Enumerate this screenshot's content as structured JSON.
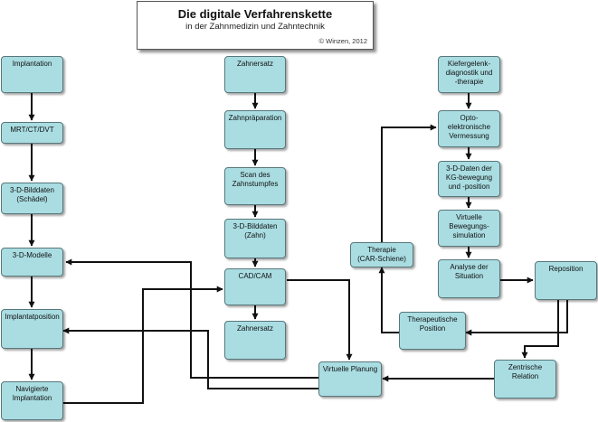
{
  "header": {
    "title": "Die digitale Verfahrenskette",
    "subtitle": "in der Zahnmedizin und Zahntechnik",
    "copyright": "© Winzen, 2012"
  },
  "colors": {
    "box_fill": "#a9dde2",
    "box_border": "#58777b",
    "line": "#111111"
  },
  "nodes": {
    "implantation": "Implantation",
    "mrt_ct_dvt": "MRT/CT/DVT",
    "bilddaten_schaedel": "3-D-Bilddaten\n(Schädel)",
    "modelle": "3-D-Modelle",
    "implantatposition": "Implantatposition",
    "navigierte_implantation": "Navigierte\nImplantation",
    "zahnersatz_top": "Zahnersatz",
    "zahnpraeparation": "Zahnpräparation",
    "scan_zahnstumpfes": "Scan des\nZahnstumpfes",
    "bilddaten_zahn": "3-D-Bilddaten\n(Zahn)",
    "cad_cam": "CAD/CAM",
    "zahnersatz_bottom": "Zahnersatz",
    "kiefergelenk": "Kiefergelenk-\ndiagnostik und\n-therapie",
    "opto": "Opto-\nelektronische\nVermessung",
    "kg_daten": "3-D-Daten der\nKG-bewegung\nund -position",
    "virtuelle_bewegung": "Virtuelle\nBewegungs-\nsimulation",
    "analyse": "Analyse der\nSituation",
    "reposition": "Reposition",
    "therapie": "Therapie\n(CAR-Schiene)",
    "therapeutische": "Therapeutische\nPosition",
    "zentrische": "Zentrische\nRelation",
    "virtuelle_planung": "Virtuelle Planung"
  }
}
